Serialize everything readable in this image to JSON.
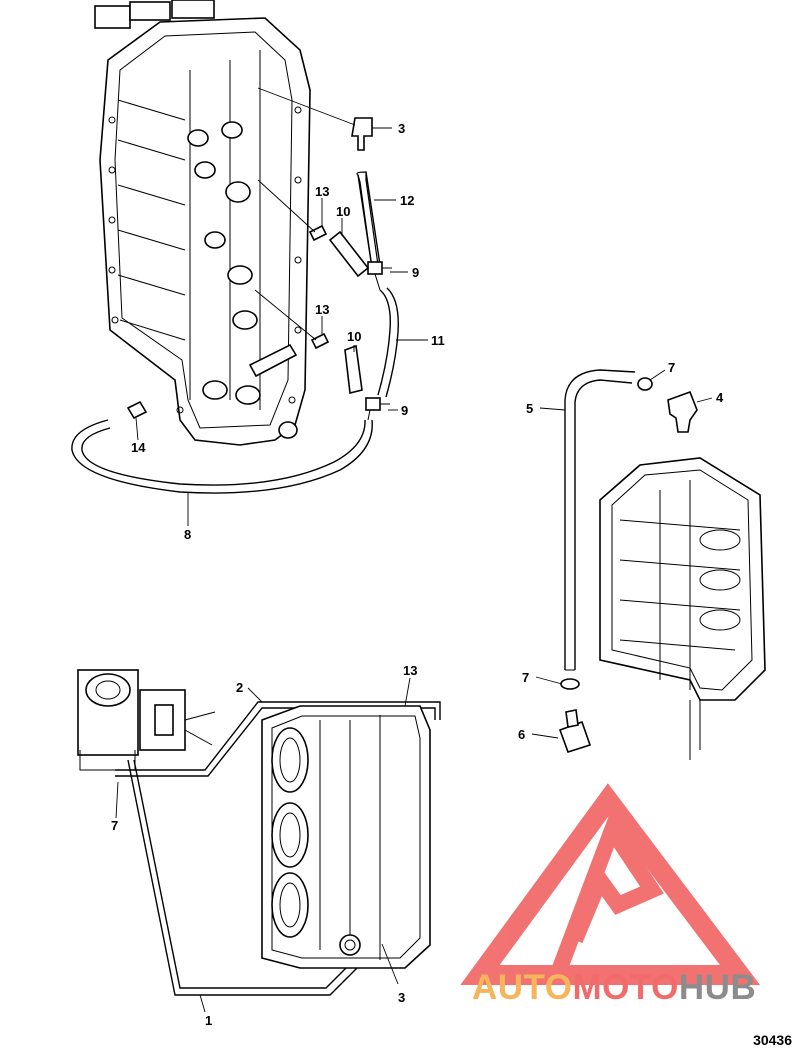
{
  "callouts": {
    "c3_top": "3",
    "c12": "12",
    "c13_a": "13",
    "c10_a": "10",
    "c9_a": "9",
    "c13_b": "13",
    "c10_b": "10",
    "c11": "11",
    "c9_b": "9",
    "c14": "14",
    "c8": "8",
    "c7_top": "7",
    "c4": "4",
    "c5": "5",
    "c7_mid": "7",
    "c6": "6",
    "c2": "2",
    "c13_c": "13",
    "c7_left": "7",
    "c1": "1",
    "c3_bottom": "3"
  },
  "figure_number": "30436",
  "watermark": {
    "part1": "AUTO",
    "part2": "MOTO",
    "part3": "HUB",
    "colors": {
      "auto": "#f5b55a",
      "moto": "#f26b6b",
      "hub": "#8c8c8c",
      "triangle": "#f26b6b"
    }
  }
}
